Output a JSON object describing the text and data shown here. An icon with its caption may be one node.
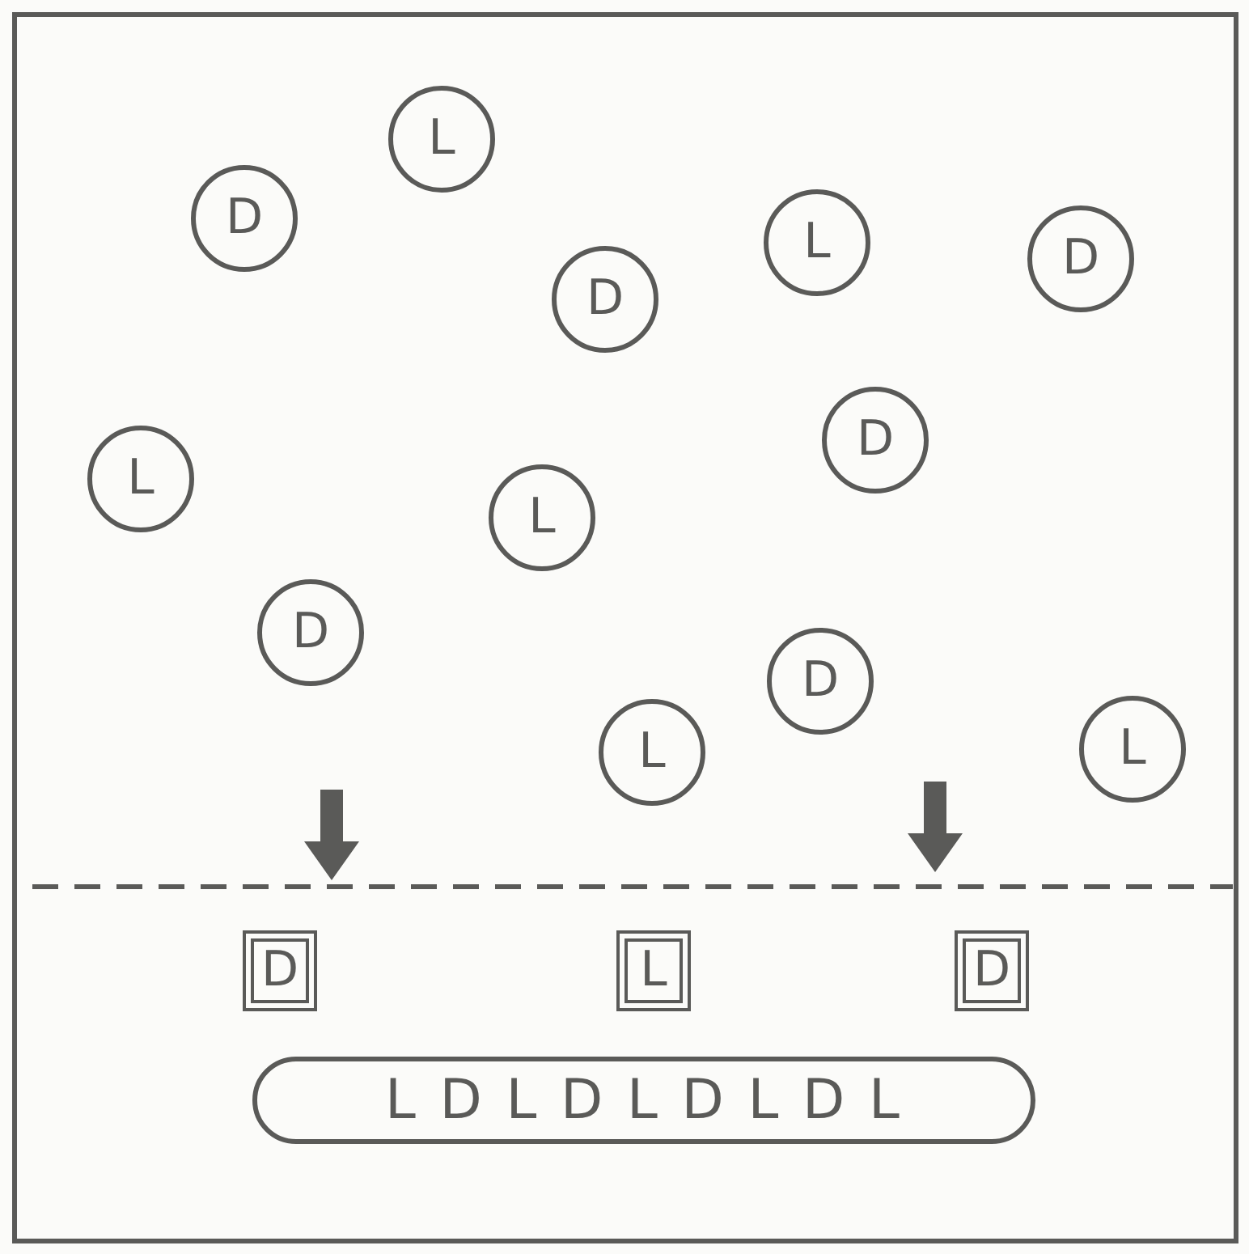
{
  "diagram": {
    "nodes": [
      {
        "text": [
          "L"
        ]
      },
      {
        "text": [
          "D"
        ]
      },
      {
        "text": [
          "L"
        ]
      },
      {
        "text": [
          "D"
        ]
      },
      {
        "text": [
          "D"
        ]
      },
      {
        "text": [
          "D"
        ]
      },
      {
        "text": [
          "L"
        ]
      },
      {
        "text": [
          "L"
        ]
      },
      {
        "text": [
          "D"
        ]
      },
      {
        "text": [
          "D"
        ]
      },
      {
        "text": [
          "L"
        ]
      },
      {
        "text": [
          "L"
        ]
      },
      {
        "text": [
          "D"
        ]
      },
      {
        "text": [
          "L"
        ]
      },
      {
        "text": [
          "D"
        ]
      },
      {
        "text": [
          "L D L D L D L D L"
        ]
      }
    ]
  }
}
